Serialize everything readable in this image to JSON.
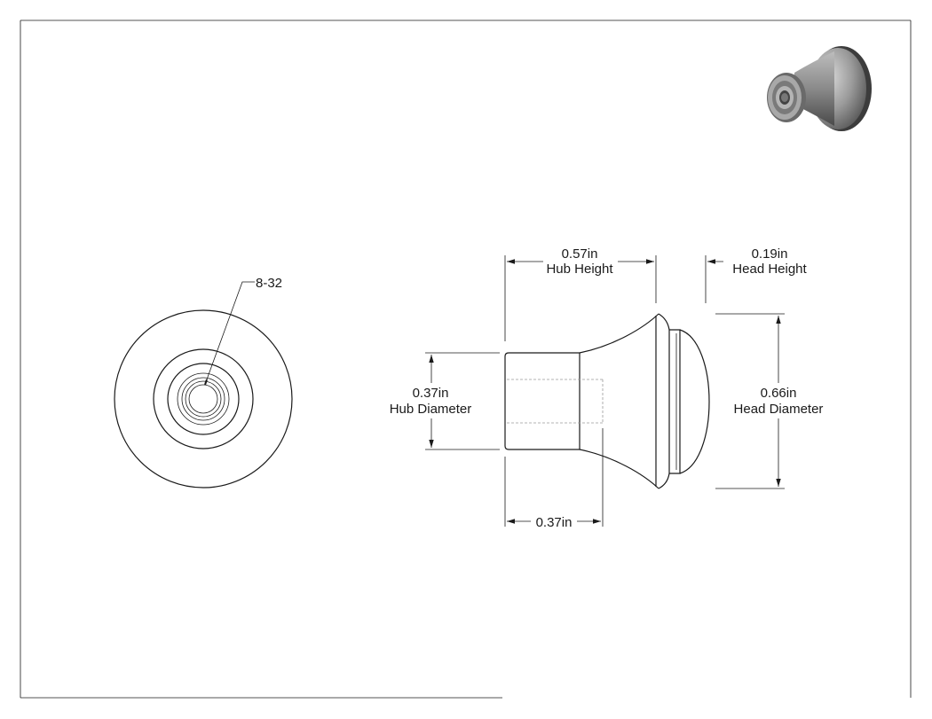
{
  "drawing": {
    "thread_callout": "8-32",
    "dimensions": {
      "hub_height": {
        "value": "0.57in",
        "label": "Hub Height"
      },
      "head_height": {
        "value": "0.19in",
        "label": "Head Height"
      },
      "hub_diameter": {
        "value": "0.37in",
        "label": "Hub Diameter"
      },
      "head_diameter": {
        "value": "0.66in",
        "label": "Head Diameter"
      },
      "thread_depth": {
        "value": "0.37in"
      }
    }
  },
  "colors": {
    "line": "#1a1a1a",
    "hidden": "#9a9a9a",
    "background": "#ffffff"
  }
}
